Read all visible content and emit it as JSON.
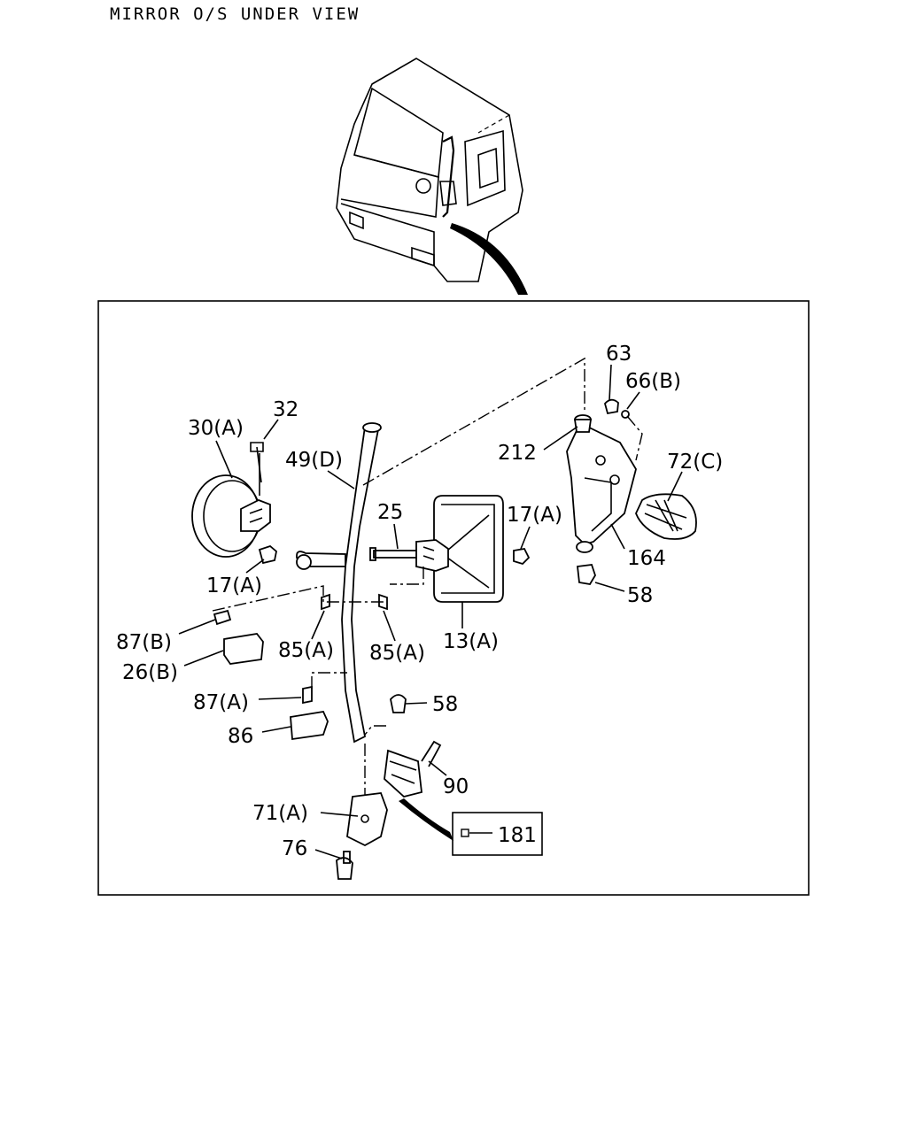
{
  "title": "MIRROR O/S UNDER VIEW",
  "callouts": {
    "p63": "63",
    "p66b": "66(B)",
    "p32": "32",
    "p30a": "30(A)",
    "p49d": "49(D)",
    "p212": "212",
    "p72c": "72(C)",
    "p25": "25",
    "p17a_right": "17(A)",
    "p164": "164",
    "p17a_left": "17(A)",
    "p58_top": "58",
    "p87b": "87(B)",
    "p85a_left": "85(A)",
    "p85a_right": "85(A)",
    "p13a": "13(A)",
    "p26b": "26(B)",
    "p87a": "87(A)",
    "p58_mid": "58",
    "p86": "86",
    "p90": "90",
    "p71a": "71(A)",
    "p181": "181",
    "p76": "76"
  }
}
